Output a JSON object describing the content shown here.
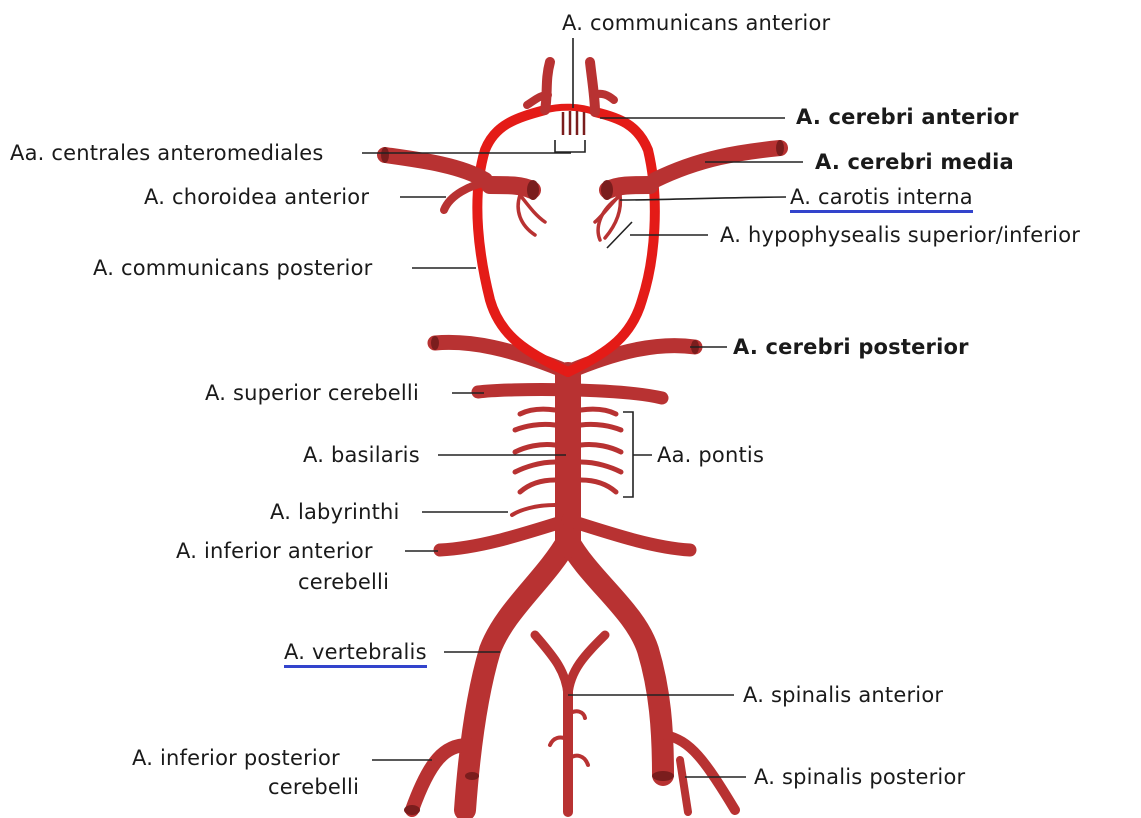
{
  "labels": {
    "comm_ant": "A. communicans anterior",
    "cer_ant": "A. cerebri anterior",
    "centrales": "Aa. centrales anteromediales",
    "cer_media": "A. cerebri media",
    "choroidea": "A. choroidea anterior",
    "carotis": "A. carotis interna",
    "hypophys": "A. hypophysealis superior/inferior",
    "comm_post": "A. communicans posterior",
    "cer_post": "A. cerebri posterior",
    "sup_cereb": "A. superior cerebelli",
    "basilaris": "A. basilaris",
    "pontis": "Aa. pontis",
    "labyrinthi": "A. labyrinthi",
    "inf_ant_1": "A. inferior anterior",
    "inf_ant_2": "cerebelli",
    "vertebralis": "A. vertebralis",
    "spin_ant": "A. spinalis anterior",
    "inf_post_1": "A. inferior posterior",
    "inf_post_2": "cerebelli",
    "spin_post": "A. spinalis posterior"
  },
  "colors": {
    "artery": "#b83232",
    "artery_dark": "#7a1d1d",
    "circle": "#e41b17",
    "underline": "#3344cc",
    "leader": "#222222"
  }
}
